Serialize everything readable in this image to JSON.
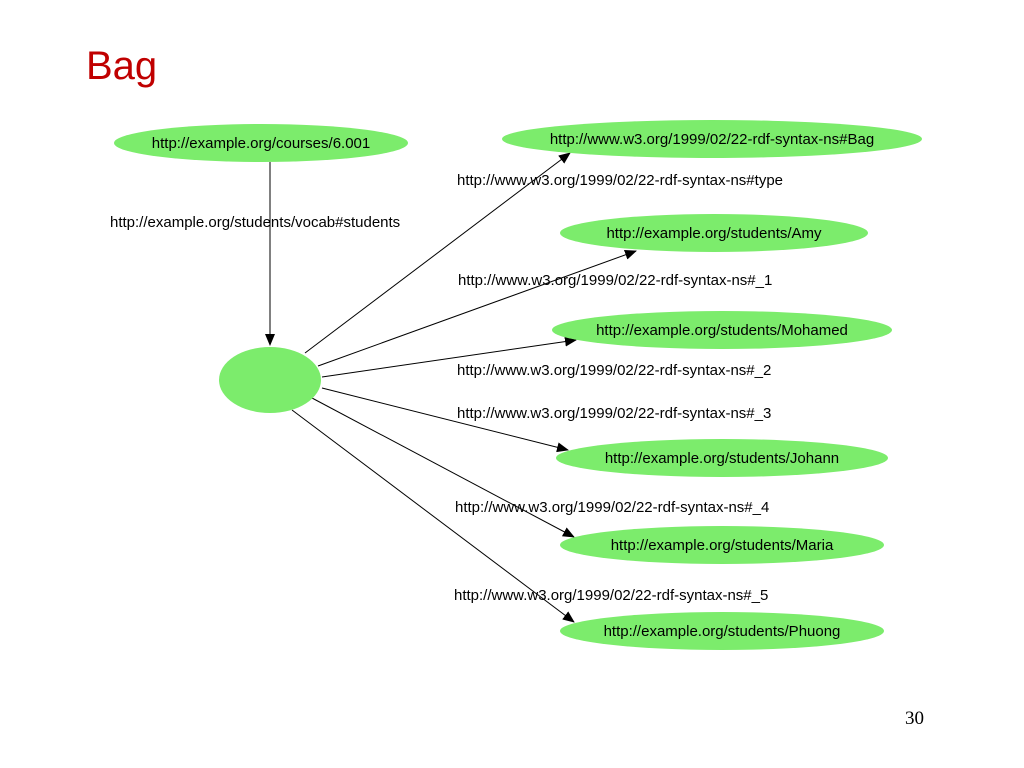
{
  "title": "Bag",
  "page_number": "30",
  "colors": {
    "title": "#c00000",
    "node_fill": "#7cec6c",
    "edge": "#000000"
  },
  "diagram": {
    "nodes": [
      {
        "id": "course",
        "label": "http://example.org/courses/6.001"
      },
      {
        "id": "bag-node",
        "label": ""
      },
      {
        "id": "bag-type",
        "label": "http://www.w3.org/1999/02/22-rdf-syntax-ns#Bag"
      },
      {
        "id": "amy",
        "label": "http://example.org/students/Amy"
      },
      {
        "id": "mohamed",
        "label": "http://example.org/students/Mohamed"
      },
      {
        "id": "johann",
        "label": "http://example.org/students/Johann"
      },
      {
        "id": "maria",
        "label": "http://example.org/students/Maria"
      },
      {
        "id": "phuong",
        "label": "http://example.org/students/Phuong"
      }
    ],
    "edges": [
      {
        "from": "course",
        "to": "bag-node",
        "label": "http://example.org/students/vocab#students"
      },
      {
        "from": "bag-node",
        "to": "bag-type",
        "label": "http://www.w3.org/1999/02/22-rdf-syntax-ns#type"
      },
      {
        "from": "bag-node",
        "to": "amy",
        "label": "http://www.w3.org/1999/02/22-rdf-syntax-ns#_1"
      },
      {
        "from": "bag-node",
        "to": "mohamed",
        "label": "http://www.w3.org/1999/02/22-rdf-syntax-ns#_2"
      },
      {
        "from": "bag-node",
        "to": "johann",
        "label": "http://www.w3.org/1999/02/22-rdf-syntax-ns#_3"
      },
      {
        "from": "bag-node",
        "to": "maria",
        "label": "http://www.w3.org/1999/02/22-rdf-syntax-ns#_4"
      },
      {
        "from": "bag-node",
        "to": "phuong",
        "label": "http://www.w3.org/1999/02/22-rdf-syntax-ns#_5"
      }
    ]
  }
}
